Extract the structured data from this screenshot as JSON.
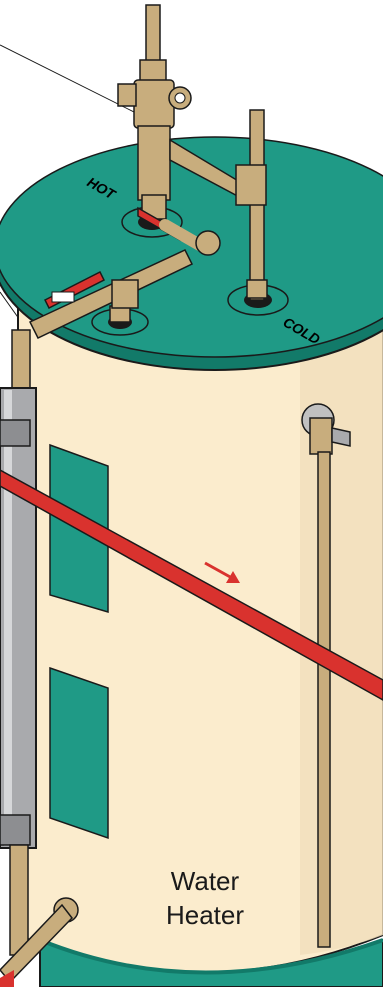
{
  "labels": {
    "hot": "HOT",
    "cold": "COLD",
    "heater_line1": "Water",
    "heater_line2": "Heater"
  },
  "colors": {
    "tank_body": "#fbeccd",
    "tank_top": "#1f9a86",
    "tank_top_dark": "#127a69",
    "outline": "#1a1a1a",
    "brass": "#c8ad7d",
    "brass_dark": "#9c845a",
    "red_pipe": "#d9322e",
    "filter_gray": "#a9aaad",
    "panel_green": "#1f9a86"
  },
  "icons": [
    "flow-arrow-icon",
    "valve-handle-icon",
    "leader-line"
  ]
}
